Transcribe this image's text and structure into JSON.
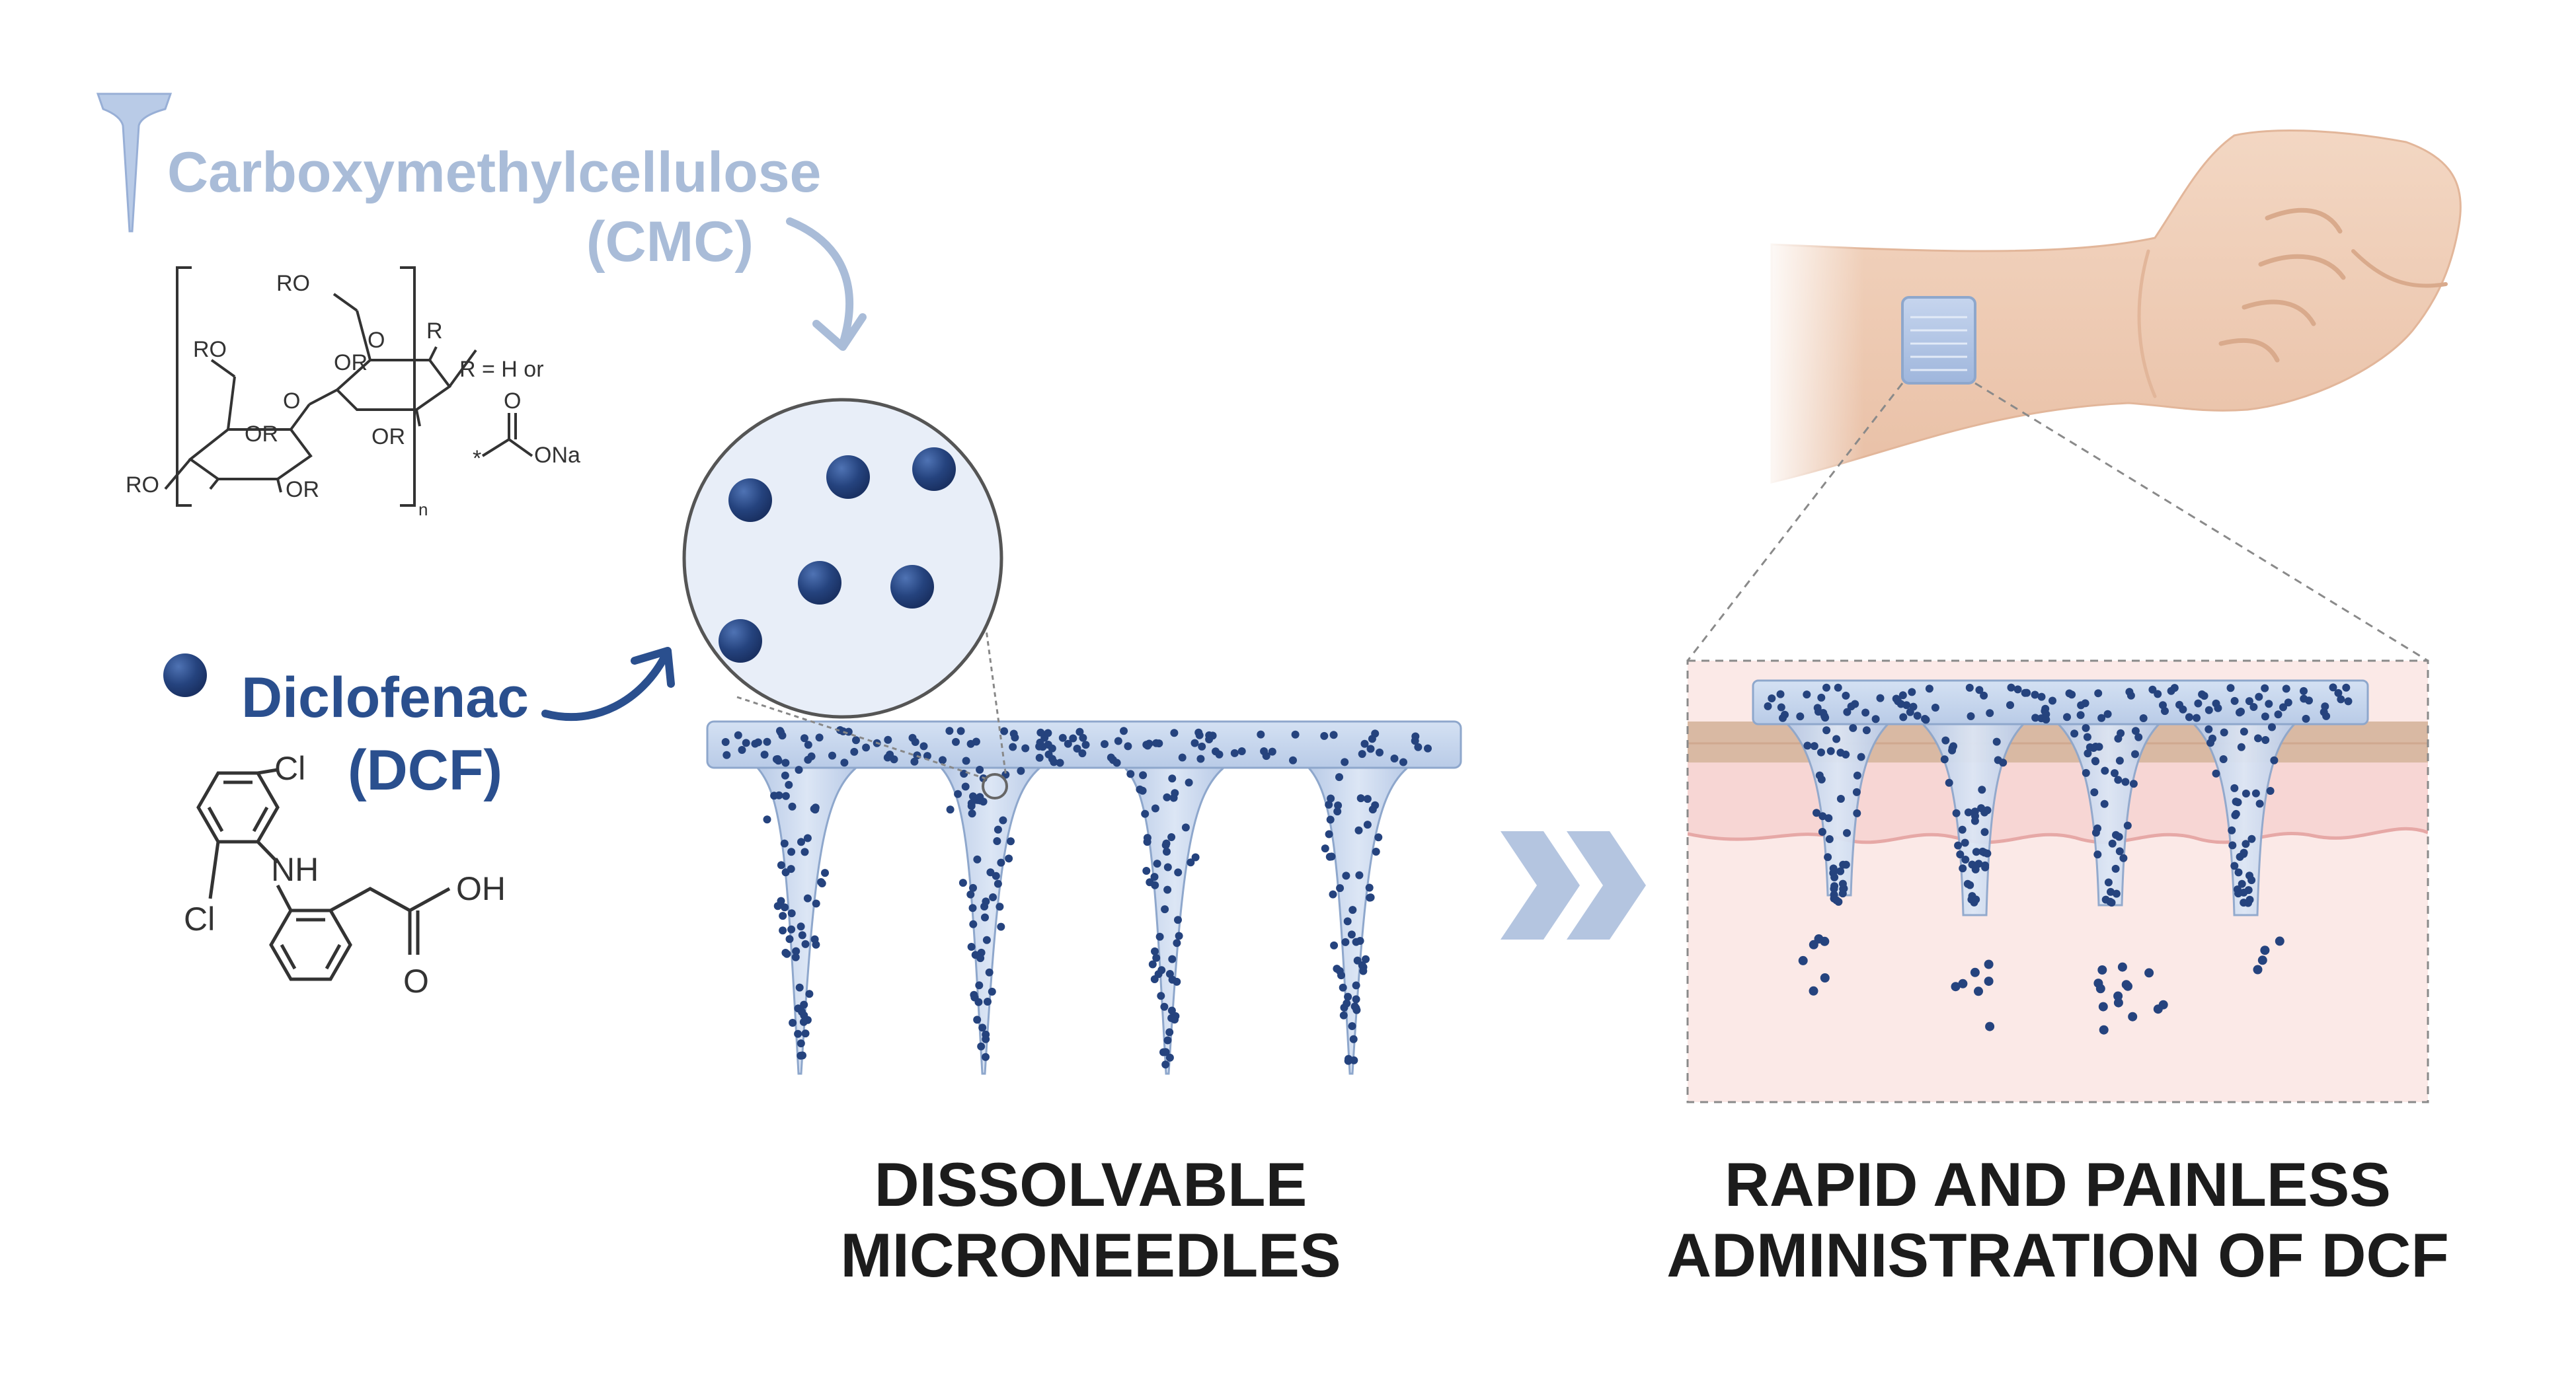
{
  "colors": {
    "cmc_text": "#a9bcd8",
    "dcf_text": "#2a4f8e",
    "particle": "#25437e",
    "needle_fill": "#c9d8ee",
    "needle_edge": "#8ea7cc",
    "skin_top": "#d9b9a3",
    "skin_dermis": "#f7d6d4",
    "skin_hypo": "#fbe9e7",
    "skin_wave": "#e6a8a6",
    "caption": "#1c1c1c",
    "chem_ink": "#333333",
    "hand": "#f0d0b8",
    "hand_shadow": "#d9aa8c",
    "arrow_chevron": "#b4c5e0"
  },
  "cmc": {
    "name": "Carboxymethylcellulose",
    "abbr": "(CMC)",
    "structure_labels": {
      "ro_1": "RO",
      "ro_2": "RO",
      "ro_3": "RO",
      "or_1": "OR",
      "or_2": "OR",
      "or_3": "OR",
      "or_4": "OR",
      "o_1": "O",
      "o_2": "O",
      "r_end": "R",
      "r_def": "R = H or",
      "star": "*",
      "o_carbonyl": "O",
      "ona": "ONa",
      "n": "n"
    }
  },
  "dcf": {
    "name": "Diclofenac",
    "abbr": "(DCF)",
    "structure_labels": {
      "cl_top": "Cl",
      "cl_bottom": "Cl",
      "nh": "NH",
      "oh": "OH",
      "o": "O"
    }
  },
  "captions": {
    "left_line1": "DISSOLVABLE",
    "left_line2": "MICRONEEDLES",
    "right_line1": "RAPID AND PAINLESS",
    "right_line2": "ADMINISTRATION OF DCF"
  },
  "icons": {
    "needle": "microneedle-icon",
    "particle": "drug-particle-icon",
    "chevron": "double-chevron-icon"
  }
}
